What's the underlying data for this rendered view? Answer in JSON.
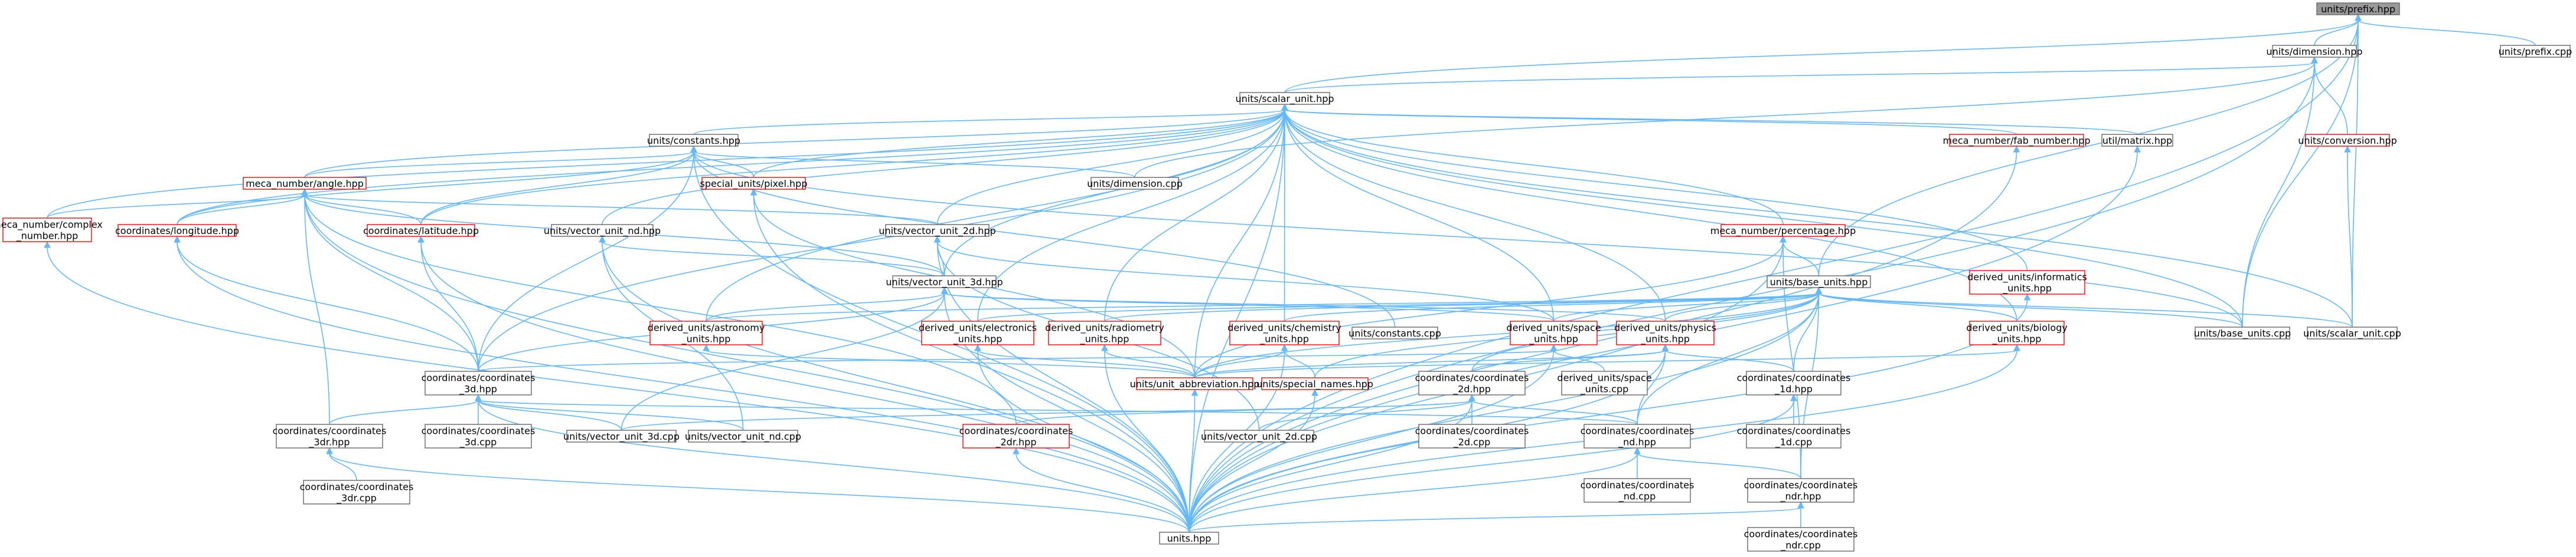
{
  "diagram": {
    "nodes": [
      {
        "id": "prefix",
        "lines": [
          "units/prefix.hpp"
        ],
        "root": true
      },
      {
        "id": "dimension_hpp",
        "lines": [
          "units/dimension.hpp"
        ]
      },
      {
        "id": "prefix_cpp",
        "lines": [
          "units/prefix.cpp"
        ]
      },
      {
        "id": "scalar_unit",
        "lines": [
          "units/scalar_unit.hpp"
        ]
      },
      {
        "id": "conversion",
        "lines": [
          "units/conversion.hpp"
        ],
        "red": true
      },
      {
        "id": "constants",
        "lines": [
          "units/constants.hpp"
        ]
      },
      {
        "id": "fab_number",
        "lines": [
          "meca_number/fab_number.hpp"
        ],
        "red": true
      },
      {
        "id": "matrix",
        "lines": [
          "util/matrix.hpp"
        ]
      },
      {
        "id": "angle",
        "lines": [
          "meca_number/angle.hpp"
        ],
        "red": true
      },
      {
        "id": "pixel",
        "lines": [
          "special_units/pixel.hpp"
        ],
        "red": true
      },
      {
        "id": "dimension_cpp",
        "lines": [
          "units/dimension.cpp"
        ]
      },
      {
        "id": "complex",
        "lines": [
          "meca_number/complex",
          "_number.hpp"
        ],
        "red": true
      },
      {
        "id": "longitude",
        "lines": [
          "coordinates/longitude.hpp"
        ],
        "red": true
      },
      {
        "id": "latitude",
        "lines": [
          "coordinates/latitude.hpp"
        ],
        "red": true
      },
      {
        "id": "vector_nd_hpp",
        "lines": [
          "units/vector_unit_nd.hpp"
        ]
      },
      {
        "id": "vector_2d_hpp",
        "lines": [
          "units/vector_unit_2d.hpp"
        ]
      },
      {
        "id": "percentage",
        "lines": [
          "meca_number/percentage.hpp"
        ],
        "red": true
      },
      {
        "id": "vector_3d_hpp",
        "lines": [
          "units/vector_unit_3d.hpp"
        ]
      },
      {
        "id": "base_units",
        "lines": [
          "units/base_units.hpp"
        ]
      },
      {
        "id": "informatics",
        "lines": [
          "derived_units/informatics",
          "_units.hpp"
        ],
        "red": true
      },
      {
        "id": "astronomy",
        "lines": [
          "derived_units/astronomy",
          "_units.hpp"
        ],
        "red": true
      },
      {
        "id": "electronics",
        "lines": [
          "derived_units/electronics",
          "_units.hpp"
        ],
        "red": true
      },
      {
        "id": "radiometry",
        "lines": [
          "derived_units/radiometry",
          "_units.hpp"
        ],
        "red": true
      },
      {
        "id": "chemistry",
        "lines": [
          "derived_units/chemistry",
          "_units.hpp"
        ],
        "red": true
      },
      {
        "id": "constants_cpp",
        "lines": [
          "units/constants.cpp"
        ]
      },
      {
        "id": "space",
        "lines": [
          "derived_units/space",
          "_units.hpp"
        ],
        "red": true
      },
      {
        "id": "physics",
        "lines": [
          "derived_units/physics",
          "_units.hpp"
        ],
        "red": true
      },
      {
        "id": "biology",
        "lines": [
          "derived_units/biology",
          "_units.hpp"
        ],
        "red": true
      },
      {
        "id": "base_units_cpp",
        "lines": [
          "units/base_units.cpp"
        ]
      },
      {
        "id": "scalar_unit_cpp",
        "lines": [
          "units/scalar_unit.cpp"
        ]
      },
      {
        "id": "coord_3d_hpp",
        "lines": [
          "coordinates/coordinates",
          "_3d.hpp"
        ]
      },
      {
        "id": "unit_abbreviation",
        "lines": [
          "units/unit_abbreviation.hpp"
        ],
        "red": true
      },
      {
        "id": "special_names",
        "lines": [
          "units/special_names.hpp"
        ],
        "red": true
      },
      {
        "id": "coord_2d_hpp",
        "lines": [
          "coordinates/coordinates",
          "_2d.hpp"
        ]
      },
      {
        "id": "space_cpp",
        "lines": [
          "derived_units/space",
          "_units.cpp"
        ]
      },
      {
        "id": "coord_1d_hpp",
        "lines": [
          "coordinates/coordinates",
          "_1d.hpp"
        ]
      },
      {
        "id": "coord_3dr_hpp",
        "lines": [
          "coordinates/coordinates",
          "_3dr.hpp"
        ]
      },
      {
        "id": "coord_3d_cpp",
        "lines": [
          "coordinates/coordinates",
          "_3d.cpp"
        ]
      },
      {
        "id": "vector_3d_cpp",
        "lines": [
          "units/vector_unit_3d.cpp"
        ]
      },
      {
        "id": "vector_nd_cpp",
        "lines": [
          "units/vector_unit_nd.cpp"
        ]
      },
      {
        "id": "coord_2dr_hpp",
        "lines": [
          "coordinates/coordinates",
          "_2dr.hpp"
        ],
        "red": true
      },
      {
        "id": "vector_2d_cpp",
        "lines": [
          "units/vector_unit_2d.cpp"
        ]
      },
      {
        "id": "coord_2d_cpp",
        "lines": [
          "coordinates/coordinates",
          "_2d.cpp"
        ]
      },
      {
        "id": "coord_nd_hpp",
        "lines": [
          "coordinates/coordinates",
          "_nd.hpp"
        ]
      },
      {
        "id": "coord_1d_cpp",
        "lines": [
          "coordinates/coordinates",
          "_1d.cpp"
        ]
      },
      {
        "id": "coord_3dr_cpp",
        "lines": [
          "coordinates/coordinates",
          "_3dr.cpp"
        ]
      },
      {
        "id": "coord_nd_cpp",
        "lines": [
          "coordinates/coordinates",
          "_nd.cpp"
        ]
      },
      {
        "id": "coord_ndr_hpp",
        "lines": [
          "coordinates/coordinates",
          "_ndr.hpp"
        ]
      },
      {
        "id": "units_hpp",
        "lines": [
          "units.hpp"
        ]
      },
      {
        "id": "coord_ndr_cpp",
        "lines": [
          "coordinates/coordinates",
          "_ndr.cpp"
        ]
      }
    ],
    "edges": [
      [
        "prefix",
        "dimension_hpp"
      ],
      [
        "prefix",
        "prefix_cpp"
      ],
      [
        "prefix",
        "scalar_unit"
      ],
      [
        "prefix",
        "base_units"
      ],
      [
        "prefix",
        "base_units_cpp"
      ],
      [
        "prefix",
        "scalar_unit_cpp"
      ],
      [
        "prefix",
        "units_hpp"
      ],
      [
        "dimension_hpp",
        "scalar_unit"
      ],
      [
        "dimension_hpp",
        "conversion"
      ],
      [
        "dimension_hpp",
        "dimension_cpp"
      ],
      [
        "dimension_hpp",
        "base_units_cpp"
      ],
      [
        "dimension_hpp",
        "units_hpp"
      ],
      [
        "conversion",
        "scalar_unit_cpp"
      ],
      [
        "scalar_unit",
        "constants"
      ],
      [
        "scalar_unit",
        "fab_number"
      ],
      [
        "scalar_unit",
        "matrix"
      ],
      [
        "scalar_unit",
        "angle"
      ],
      [
        "scalar_unit",
        "pixel"
      ],
      [
        "scalar_unit",
        "complex"
      ],
      [
        "scalar_unit",
        "longitude"
      ],
      [
        "scalar_unit",
        "latitude"
      ],
      [
        "scalar_unit",
        "vector_nd_hpp"
      ],
      [
        "scalar_unit",
        "vector_2d_hpp"
      ],
      [
        "scalar_unit",
        "percentage"
      ],
      [
        "scalar_unit",
        "vector_3d_hpp"
      ],
      [
        "scalar_unit",
        "informatics"
      ],
      [
        "scalar_unit",
        "astronomy"
      ],
      [
        "scalar_unit",
        "electronics"
      ],
      [
        "scalar_unit",
        "radiometry"
      ],
      [
        "scalar_unit",
        "chemistry"
      ],
      [
        "scalar_unit",
        "space"
      ],
      [
        "scalar_unit",
        "physics"
      ],
      [
        "scalar_unit",
        "biology"
      ],
      [
        "scalar_unit",
        "base_units_cpp"
      ],
      [
        "scalar_unit",
        "scalar_unit_cpp"
      ],
      [
        "scalar_unit",
        "unit_abbreviation"
      ],
      [
        "scalar_unit",
        "coord_3d_hpp"
      ],
      [
        "scalar_unit",
        "units_hpp"
      ],
      [
        "constants",
        "angle"
      ],
      [
        "constants",
        "pixel"
      ],
      [
        "constants",
        "dimension_cpp"
      ],
      [
        "constants",
        "longitude"
      ],
      [
        "constants",
        "latitude"
      ],
      [
        "constants",
        "constants_cpp"
      ],
      [
        "constants",
        "base_units_cpp"
      ],
      [
        "constants",
        "coord_3d_hpp"
      ],
      [
        "constants",
        "units_hpp"
      ],
      [
        "fab_number",
        "units_hpp"
      ],
      [
        "matrix",
        "units_hpp"
      ],
      [
        "angle",
        "complex"
      ],
      [
        "angle",
        "longitude"
      ],
      [
        "angle",
        "latitude"
      ],
      [
        "angle",
        "vector_2d_hpp"
      ],
      [
        "angle",
        "vector_3d_hpp"
      ],
      [
        "angle",
        "coord_3d_hpp"
      ],
      [
        "angle",
        "coord_3dr_hpp"
      ],
      [
        "angle",
        "coord_2dr_hpp"
      ],
      [
        "angle",
        "units_hpp"
      ],
      [
        "pixel",
        "units_hpp"
      ],
      [
        "pixel",
        "unit_abbreviation"
      ],
      [
        "complex",
        "units_hpp"
      ],
      [
        "longitude",
        "coord_3d_hpp"
      ],
      [
        "longitude",
        "units_hpp"
      ],
      [
        "latitude",
        "coord_3d_hpp"
      ],
      [
        "latitude",
        "units_hpp"
      ],
      [
        "vector_nd_hpp",
        "vector_3d_hpp"
      ],
      [
        "vector_nd_hpp",
        "vector_nd_cpp"
      ],
      [
        "vector_nd_hpp",
        "units_hpp"
      ],
      [
        "vector_2d_hpp",
        "vector_3d_hpp"
      ],
      [
        "vector_2d_hpp",
        "space"
      ],
      [
        "vector_2d_hpp",
        "vector_2d_cpp"
      ],
      [
        "vector_2d_hpp",
        "units_hpp"
      ],
      [
        "percentage",
        "base_units"
      ],
      [
        "percentage",
        "unit_abbreviation"
      ],
      [
        "percentage",
        "coord_ndr_hpp"
      ],
      [
        "percentage",
        "units_hpp"
      ],
      [
        "vector_3d_hpp",
        "astronomy"
      ],
      [
        "vector_3d_hpp",
        "space"
      ],
      [
        "vector_3d_hpp",
        "physics"
      ],
      [
        "vector_3d_hpp",
        "coord_3d_hpp"
      ],
      [
        "vector_3d_hpp",
        "vector_3d_cpp"
      ],
      [
        "vector_3d_hpp",
        "units_hpp"
      ],
      [
        "base_units",
        "astronomy"
      ],
      [
        "base_units",
        "electronics"
      ],
      [
        "base_units",
        "radiometry"
      ],
      [
        "base_units",
        "chemistry"
      ],
      [
        "base_units",
        "space"
      ],
      [
        "base_units",
        "physics"
      ],
      [
        "base_units",
        "biology"
      ],
      [
        "base_units",
        "base_units_cpp"
      ],
      [
        "base_units",
        "scalar_unit_cpp"
      ],
      [
        "base_units",
        "unit_abbreviation"
      ],
      [
        "base_units",
        "special_names"
      ],
      [
        "base_units",
        "coord_2d_hpp"
      ],
      [
        "base_units",
        "coord_1d_hpp"
      ],
      [
        "base_units",
        "coord_nd_hpp"
      ],
      [
        "base_units",
        "coord_ndr_hpp"
      ],
      [
        "base_units",
        "units_hpp"
      ],
      [
        "informatics",
        "units_hpp"
      ],
      [
        "astronomy",
        "unit_abbreviation"
      ],
      [
        "electronics",
        "unit_abbreviation"
      ],
      [
        "electronics",
        "units_hpp"
      ],
      [
        "radiometry",
        "unit_abbreviation"
      ],
      [
        "radiometry",
        "units_hpp"
      ],
      [
        "chemistry",
        "unit_abbreviation"
      ],
      [
        "chemistry",
        "special_names"
      ],
      [
        "chemistry",
        "units_hpp"
      ],
      [
        "space",
        "space_cpp"
      ],
      [
        "space",
        "coord_3d_hpp"
      ],
      [
        "space",
        "units_hpp"
      ],
      [
        "physics",
        "coord_2d_hpp"
      ],
      [
        "physics",
        "coord_nd_hpp"
      ],
      [
        "physics",
        "coord_1d_hpp"
      ],
      [
        "physics",
        "unit_abbreviation"
      ],
      [
        "physics",
        "units_hpp"
      ],
      [
        "biology",
        "unit_abbreviation"
      ],
      [
        "biology",
        "units_hpp"
      ],
      [
        "coord_3d_hpp",
        "coord_3dr_hpp"
      ],
      [
        "coord_3d_hpp",
        "coord_3d_cpp"
      ],
      [
        "coord_3d_hpp",
        "vector_3d_cpp"
      ],
      [
        "coord_3d_hpp",
        "vector_nd_cpp"
      ],
      [
        "coord_3d_hpp",
        "coord_nd_hpp"
      ],
      [
        "coord_3d_hpp",
        "units_hpp"
      ],
      [
        "unit_abbreviation",
        "units_hpp"
      ],
      [
        "special_names",
        "units_hpp"
      ],
      [
        "coord_2d_hpp",
        "coord_2dr_hpp"
      ],
      [
        "coord_2d_hpp",
        "vector_2d_cpp"
      ],
      [
        "coord_2d_hpp",
        "coord_2d_cpp"
      ],
      [
        "coord_2d_hpp",
        "coord_nd_hpp"
      ],
      [
        "coord_2d_hpp",
        "units_hpp"
      ],
      [
        "coord_2d_hpp",
        "vector_3d_cpp"
      ],
      [
        "coord_1d_hpp",
        "coord_1d_cpp"
      ],
      [
        "coord_1d_hpp",
        "units_hpp"
      ],
      [
        "coord_3dr_hpp",
        "coord_3dr_cpp"
      ],
      [
        "coord_3dr_hpp",
        "units_hpp"
      ],
      [
        "coord_2dr_hpp",
        "units_hpp"
      ],
      [
        "coord_nd_hpp",
        "coord_nd_cpp"
      ],
      [
        "coord_nd_hpp",
        "coord_ndr_hpp"
      ],
      [
        "coord_nd_hpp",
        "units_hpp"
      ],
      [
        "coord_ndr_hpp",
        "coord_ndr_cpp"
      ],
      [
        "coord_ndr_hpp",
        "units_hpp"
      ]
    ],
    "colors": {
      "edge": "#63b8ff",
      "node_border": "#666666",
      "node_border_linked": "#ff0000",
      "root_fill": "#999999"
    }
  }
}
